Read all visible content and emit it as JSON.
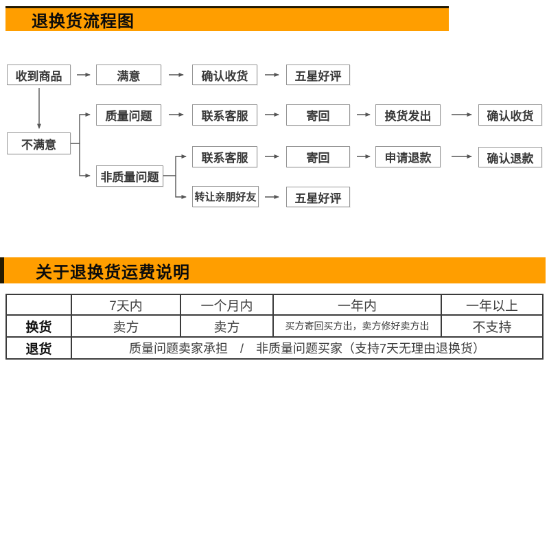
{
  "sections": {
    "flow": {
      "title": "退换货流程图"
    },
    "fees": {
      "title": "关于退换货运费说明"
    }
  },
  "colors": {
    "banner_orange": "#FF9E00",
    "banner_edge_dark": "#241a00",
    "box_border_gray": "#969696",
    "arrow_gray": "#555555",
    "table_border_dark": "#3b3b3b"
  },
  "flowchart": {
    "boxes": [
      {
        "label": "收到商品"
      },
      {
        "label": "满意"
      },
      {
        "label": "确认收货"
      },
      {
        "label": "五星好评"
      },
      {
        "label": "质量问题"
      },
      {
        "label": "联系客服"
      },
      {
        "label": "寄回"
      },
      {
        "label": "换货发出"
      },
      {
        "label": "确认收货"
      },
      {
        "label": "不满意"
      },
      {
        "label": "联系客服"
      },
      {
        "label": "寄回"
      },
      {
        "label": "申请退款"
      },
      {
        "label": "确认退款"
      },
      {
        "label": "非质量问题"
      },
      {
        "label": "转让亲朋好友"
      },
      {
        "label": "五星好评"
      }
    ]
  },
  "fee_table": {
    "headers": [
      "",
      "7天内",
      "一个月内",
      "一年内",
      "一年以上"
    ],
    "rows": [
      {
        "label": "换货",
        "cells": [
          "卖方",
          "卖方",
          "买方寄回买方出，卖方修好卖方出",
          "不支持"
        ]
      },
      {
        "label": "退货",
        "merged": "质量问题卖家承担　/　非质量问题买家（支持7天无理由退换货）"
      }
    ]
  }
}
